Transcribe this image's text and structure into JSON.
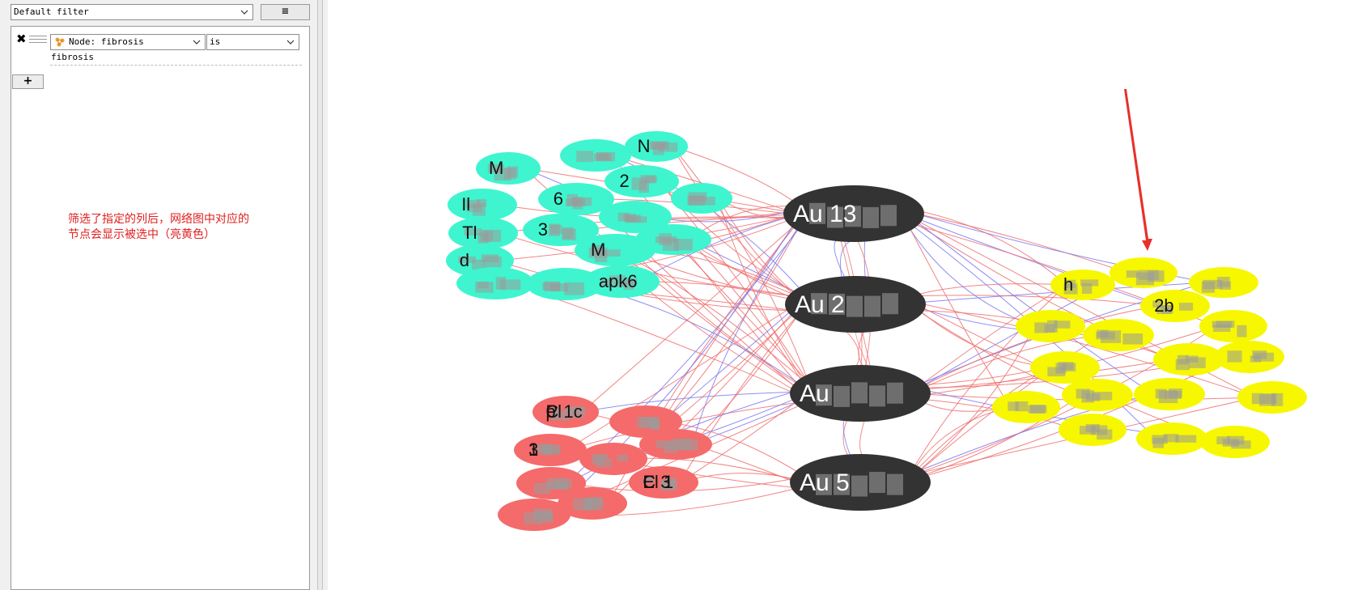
{
  "filter_panel": {
    "filter_select": "Default filter",
    "condition": {
      "column": "Node: fibrosis",
      "operator": "is",
      "value": "fibrosis"
    },
    "remove_symbol": "✖",
    "add_symbol": "+",
    "menu_symbol": "≡"
  },
  "annotation": {
    "line1": "筛选了指定的列后，网络图中对应的",
    "line2": "节点会显示被选中（亮黄色）"
  },
  "colors": {
    "teal": "#3ef5cf",
    "coral": "#f56a6a",
    "yellow": "#f7f700",
    "hub": "#333333",
    "edge_red": "#ef7070",
    "edge_blue": "#7a7af0",
    "arrow": "#e8302a"
  },
  "network": {
    "hubs": [
      {
        "label": "Au 13"
      },
      {
        "label": "Au 2"
      },
      {
        "label": "Au"
      },
      {
        "label": "Au 5"
      }
    ],
    "teal_labels": [
      {
        "label": "M"
      },
      {
        "label": "2"
      },
      {
        "label": "6"
      },
      {
        "label": "3"
      },
      {
        "label": "d"
      },
      {
        "label": "apk6"
      },
      {
        "label": "N"
      },
      {
        "label": "Il"
      },
      {
        "label": "Tl"
      },
      {
        "label": "M"
      }
    ],
    "coral_labels": [
      {
        "label": "Pl"
      },
      {
        "label": "1"
      },
      {
        "label": "El 1"
      },
      {
        "label": "C 1c"
      },
      {
        "label": "3"
      },
      {
        "label": "C 3"
      },
      {
        "label": "p"
      }
    ],
    "yellow_labels": [
      {
        "label": "h"
      },
      {
        "label": "2b"
      }
    ]
  }
}
